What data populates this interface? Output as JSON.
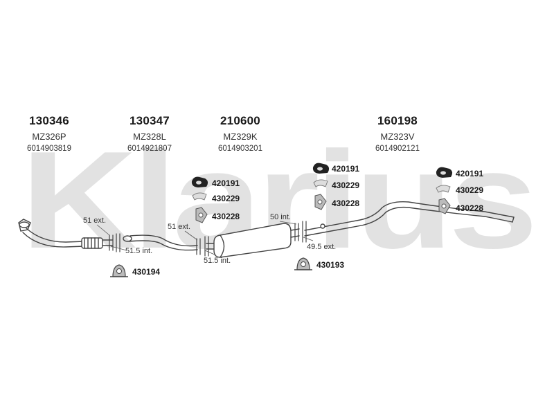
{
  "brand_watermark": "Klarius",
  "groups": [
    {
      "part": "130346",
      "code": "MZ326P",
      "oe": "6014903819"
    },
    {
      "part": "130347",
      "code": "MZ328L",
      "oe": "6014921807"
    },
    {
      "part": "210600",
      "code": "MZ329K",
      "oe": "6014903201"
    },
    {
      "part": "160198",
      "code": "MZ323V",
      "oe": "6014902121"
    }
  ],
  "fittings": {
    "middle": [
      "420191",
      "430229",
      "430228"
    ],
    "right_mid": [
      "420191",
      "430229",
      "430228"
    ],
    "right_far": [
      "420191",
      "430229",
      "430228"
    ],
    "clamp_left": "430194",
    "clamp_right": "430193"
  },
  "dimensions": {
    "d1": "51 ext.",
    "d2": "51.5 int.",
    "d3": "51 ext.",
    "d4": "51.5 int.",
    "d5": "50 int.",
    "d6": "49.5 ext."
  },
  "colors": {
    "watermark": "#e2e2e2",
    "line": "#444444",
    "rubber": "#222222"
  }
}
